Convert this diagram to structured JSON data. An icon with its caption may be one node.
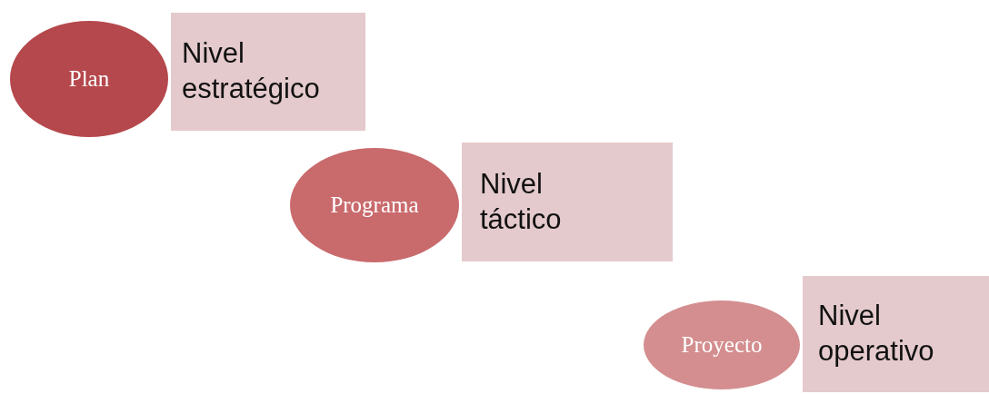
{
  "diagram": {
    "nodes": [
      {
        "text": [
          "Plan"
        ]
      },
      {
        "text": [
          "Nivel estratégico"
        ]
      },
      {
        "text": [
          "Programa"
        ]
      },
      {
        "text": [
          "Nivel táctico"
        ]
      },
      {
        "text": [
          "Proyecto"
        ]
      },
      {
        "text": [
          "Nivel operativo"
        ]
      }
    ]
  }
}
